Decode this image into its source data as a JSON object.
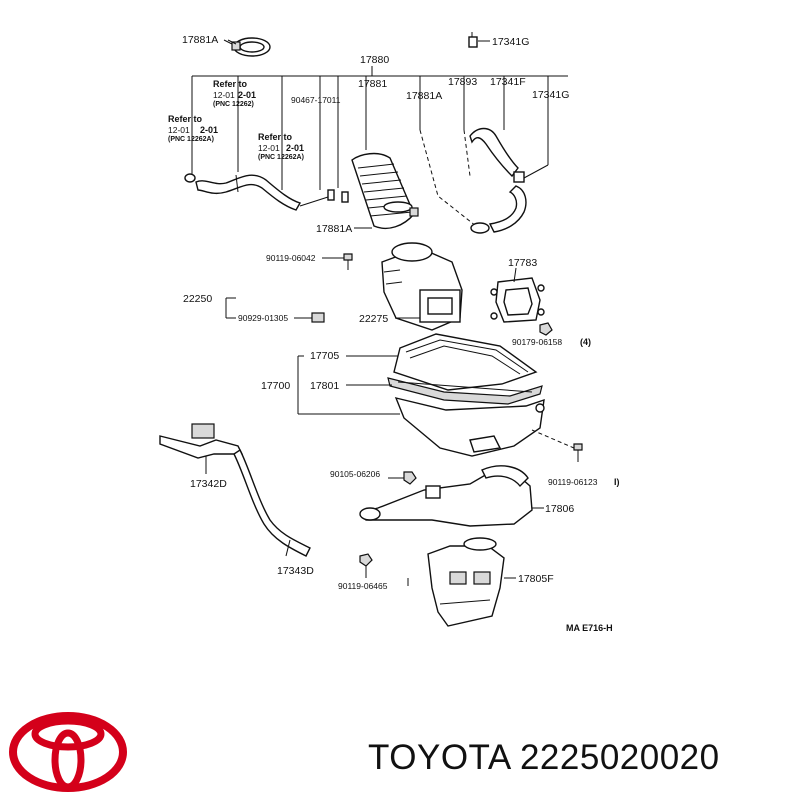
{
  "parts": {
    "p17881a_top": "17881A",
    "p17880": "17880",
    "p17881": "17881",
    "p17881a_mid": "17881A",
    "p17893": "17893",
    "p17341f": "17341F",
    "p17341g_top": "17341G",
    "p17341g_right": "17341G",
    "p90467": "90467-17011",
    "p17881a_low": "17881A",
    "p90119_06042": "90119-06042",
    "p17783": "17783",
    "p22250": "22250",
    "p90929": "90929-01305",
    "p22275": "22275",
    "p90179": "90179-06158",
    "p90179_note": "(4)",
    "p17705": "17705",
    "p17700": "17700",
    "p17801": "17801",
    "p17342d": "17342D",
    "p90105": "90105-06206",
    "p90119_06123": "90119-06123",
    "p90119_06123_note": "I)",
    "p17806": "17806",
    "p17343d": "17343D",
    "p90119_06465": "90119-06465",
    "p17805f": "17805F"
  },
  "refer_notes": [
    {
      "title": "Refer to",
      "page": "12-01",
      "ref": "2-01",
      "pnc": "(PNC 12262)"
    },
    {
      "title": "Refer to",
      "page": "12-01",
      "ref": "2-01",
      "pnc": "(PNC 12262A)"
    },
    {
      "title": "Refer to",
      "page": "12-01",
      "ref": "2-01",
      "pnc": "(PNC 12262A)"
    }
  ],
  "diagram_code": "MA E716-H",
  "brand": {
    "label": "TOYOTA 2225020020",
    "logo_color": "#d4001a"
  }
}
